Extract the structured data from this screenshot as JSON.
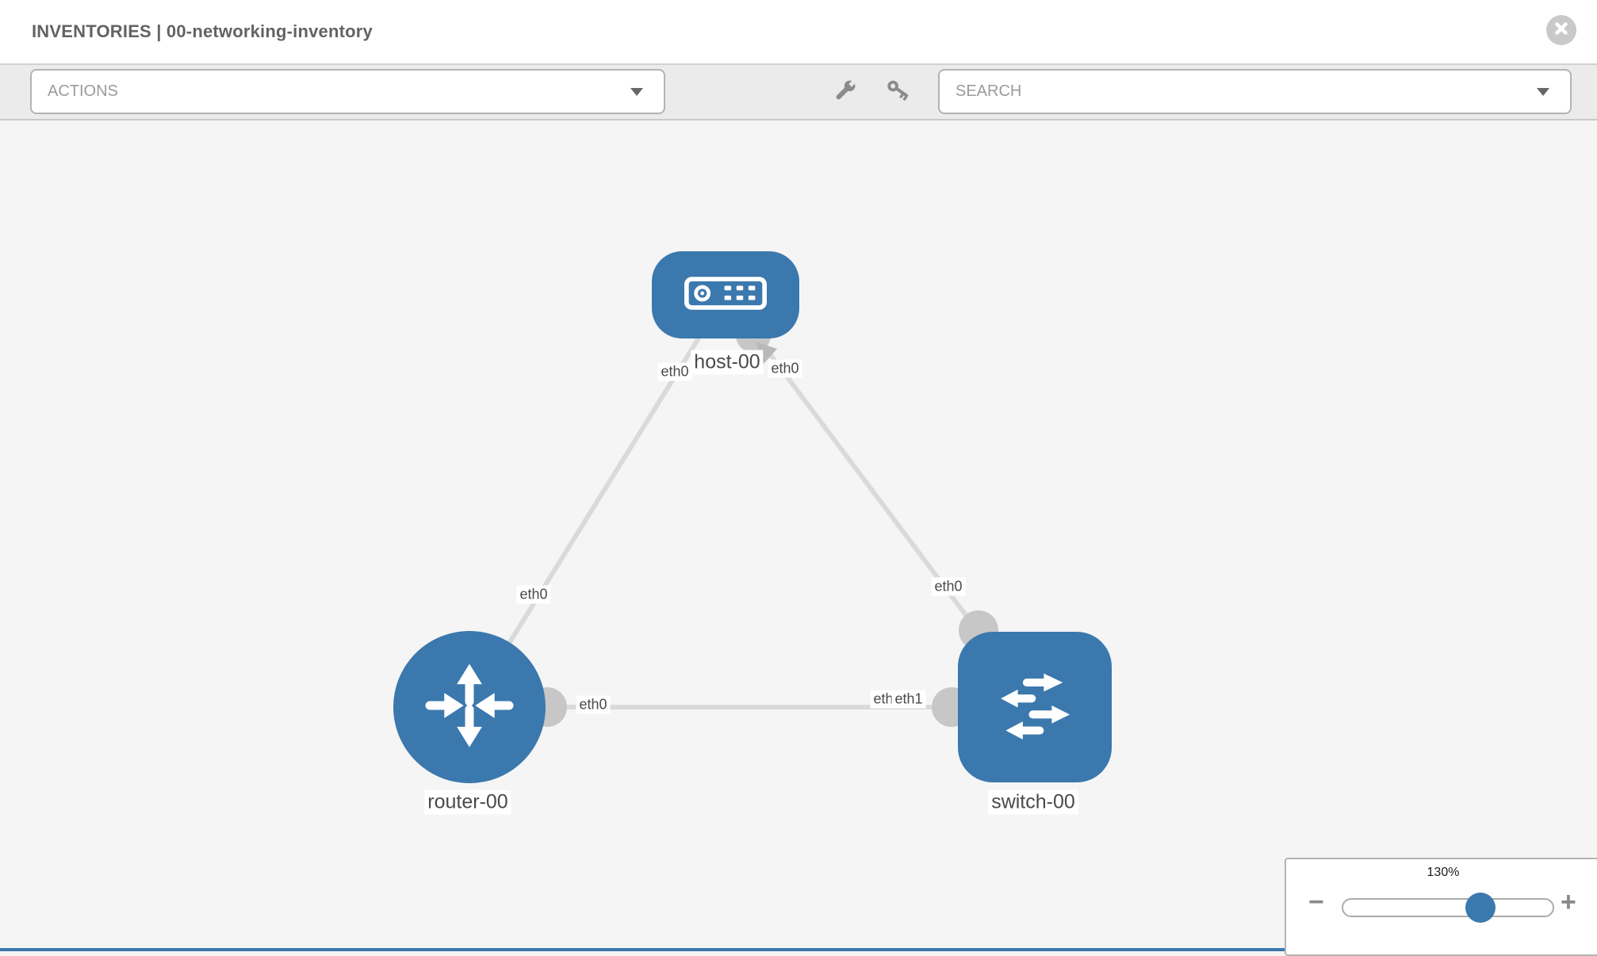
{
  "header": {
    "title": "INVENTORIES | 00-networking-inventory",
    "close_icon": "circle-x"
  },
  "toolbar": {
    "actions_label": "ACTIONS",
    "search_label": "SEARCH",
    "icons": [
      "wrench",
      "key"
    ],
    "dropdown_caret_icon": "caret-down"
  },
  "topology": {
    "nodes": [
      {
        "id": "host-00",
        "type": "host",
        "label": "host-00",
        "icon": "host-device-icon"
      },
      {
        "id": "router-00",
        "type": "router",
        "label": "router-00",
        "icon": "router-arrows-icon"
      },
      {
        "id": "switch-00",
        "type": "switch",
        "label": "switch-00",
        "icon": "switch-arrows-icon"
      }
    ],
    "edges": [
      {
        "from": "host-00",
        "from_iface": "eth0",
        "to": "router-00",
        "to_iface": "eth0"
      },
      {
        "from": "host-00",
        "from_iface": "eth0",
        "to": "switch-00",
        "to_iface": "eth0"
      },
      {
        "from": "router-00",
        "from_iface": "eth0",
        "to": "switch-00",
        "to_iface": "eth1"
      }
    ],
    "iface_labels": [
      {
        "pos": "host-left",
        "text": "eth0"
      },
      {
        "pos": "host-right",
        "text": "eth0"
      },
      {
        "pos": "router-top",
        "text": "eth0"
      },
      {
        "pos": "router-right",
        "text": "eth0"
      },
      {
        "pos": "switch-top",
        "text": "eth0"
      },
      {
        "pos": "switch-left-back",
        "text": "eth0"
      },
      {
        "pos": "switch-left-front",
        "text": "eth1"
      }
    ]
  },
  "zoom_control": {
    "level": "130%",
    "minus_label": "−",
    "plus_label": "+"
  },
  "colors": {
    "node_blue": "#3b78ad",
    "canvas_bg": "#f5f5f5",
    "toolbar_bg": "#ebebeb",
    "edge_gray": "#dadada",
    "connector_gray": "#c7c7c7",
    "icon_gray": "#8b8b8b"
  }
}
